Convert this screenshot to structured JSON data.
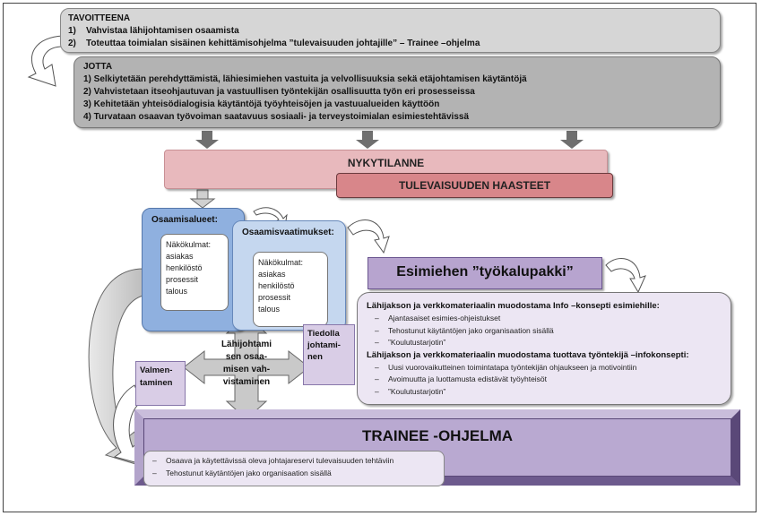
{
  "tavoitteena": {
    "heading": "TAVOITTEENA",
    "items": [
      {
        "num": "1)",
        "text": "Vahvistaa lähijohtamisen osaamista"
      },
      {
        "num": "2)",
        "text": "Toteuttaa toimialan sisäinen kehittämisohjelma ”tulevaisuuden johtajille” – Trainee –ohjelma"
      }
    ]
  },
  "jotta": {
    "heading": "JOTTA",
    "items": [
      "1) Selkiytetään perehdyttämistä, lähiesimiehen vastuita ja velvollisuuksia sekä etäjohtamisen käytäntöjä",
      "2) Vahvistetaan itseohjautuvan ja vastuullisen työntekijän osallisuutta työn eri prosesseissa",
      "3) Kehitetään yhteisödialogisia käytäntöjä työyhteisöjen ja vastuualueiden käyttöön",
      "4) Turvataan osaavan työvoiman saatavuus sosiaali- ja terveystoimialan esimiestehtävissä"
    ]
  },
  "nykytilanne": "NYKYTILANNE",
  "tulevaisuus": "TULEVAISUUDEN HAASTEET",
  "osaamisalueet": {
    "title": "Osaamisalueet:",
    "inner": [
      "Näkökulmat:",
      "asiakas",
      "henkilöstö",
      "prosessit",
      "talous"
    ]
  },
  "osaamisvaatimukset": {
    "title": "Osaamisvaatimukset:",
    "inner": [
      "Näkökulmat:",
      "asiakas",
      "henkilöstö",
      "prosessit",
      "talous"
    ]
  },
  "tyokalupakki": "Esimiehen ”työkalupakki”",
  "infoBox": {
    "heading1": "Lähijakson ja verkkomateriaalin muodostama Info –konsepti esimiehille:",
    "list1": [
      "Ajantasaiset esimies-ohjeistukset",
      "Tehostunut käytäntöjen jako organisaation sisällä",
      "”Koulutustarjotin”"
    ],
    "heading2": "Lähijakson ja verkkomateriaalin muodostama tuottava työntekijä –infokonsepti:",
    "list2": [
      "Uusi vuorovaikutteinen toimintatapa työntekijän ohjaukseen ja motivointiin",
      "Avoimuutta ja luottamusta edistävät työyhteisöt",
      "”Koulutustarjotin”"
    ]
  },
  "lahijohtaminen": [
    "Lähijohtami",
    "sen osaa-",
    "misen vah-",
    "vistaminen"
  ],
  "tiedolla": [
    "Tiedolla",
    "johtami-",
    "nen"
  ],
  "valmentaminen": [
    "Valmen-",
    "taminen"
  ],
  "trainee": {
    "title": "TRAINEE -OHJELMA",
    "list": [
      "Osaava ja käytettävissä oleva johtajareservi tulevaisuuden tehtäviin",
      "Tehostunut käytäntöjen jako organisaation sisällä"
    ]
  }
}
